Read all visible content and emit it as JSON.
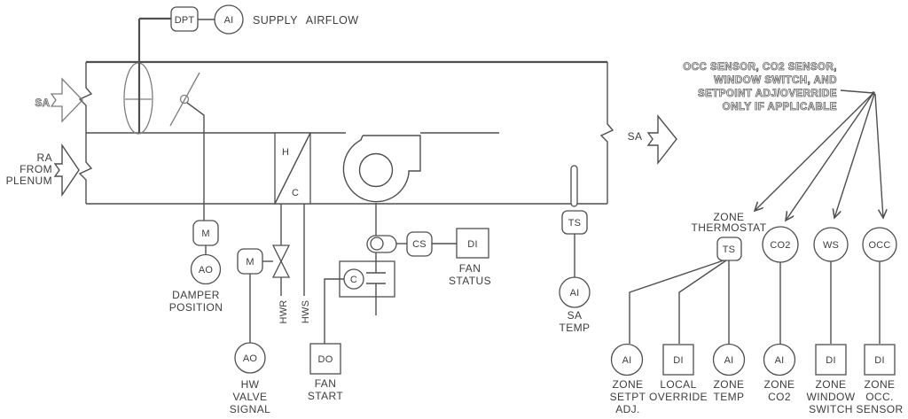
{
  "colors": {
    "line": "#4f4f4f",
    "text": "#3d3d3d",
    "background": "#ffffff",
    "sketch_gray": "#7d7d7d"
  },
  "supply_airflow": {
    "sensor": "DPT",
    "point": "AI",
    "label": "SUPPLY AIRFLOW"
  },
  "left_duct": {
    "sa": "SA",
    "ra": [
      "RA",
      "FROM",
      "PLENUM"
    ]
  },
  "right_duct": {
    "sa": "SA"
  },
  "coil": {
    "hot": "H",
    "cold": "C"
  },
  "pipes": {
    "hwr": "HWR",
    "hws": "HWS"
  },
  "damper": {
    "actuator": "M",
    "point": "AO",
    "label": [
      "DAMPER",
      "POSITION"
    ]
  },
  "hw_valve": {
    "actuator": "M",
    "point": "AO",
    "label": [
      "HW",
      "VALVE",
      "SIGNAL"
    ]
  },
  "fan_start": {
    "contactor": "C",
    "point": "DO",
    "label": [
      "FAN",
      "START"
    ]
  },
  "fan_status": {
    "sensor": "CS",
    "point": "DI",
    "label": [
      "FAN",
      "STATUS"
    ]
  },
  "sa_temp": {
    "sensor": "TS",
    "point": "AI",
    "label": [
      "SA",
      "TEMP"
    ]
  },
  "note": {
    "lines": [
      "OCC SENSOR, CO2 SENSOR,",
      "WINDOW SWITCH, AND",
      "SETPOINT ADJ/OVERRIDE",
      "ONLY IF APPLICABLE"
    ]
  },
  "zone": {
    "thermostat_label": [
      "ZONE",
      "THERMOSTAT"
    ],
    "thermostat": "TS",
    "co2": "CO2",
    "window_switch": "WS",
    "occupancy": "OCC",
    "points": [
      {
        "tag": "AI",
        "label": [
          "ZONE",
          "SETPT",
          "ADJ."
        ]
      },
      {
        "tag": "DI",
        "label": [
          "LOCAL",
          "OVERRIDE"
        ]
      },
      {
        "tag": "AI",
        "label": [
          "ZONE",
          "TEMP"
        ]
      },
      {
        "tag": "AI",
        "label": [
          "ZONE",
          "CO2"
        ]
      },
      {
        "tag": "DI",
        "label": [
          "ZONE",
          "WINDOW",
          "SWITCH"
        ]
      },
      {
        "tag": "DI",
        "label": [
          "ZONE",
          "OCC.",
          "SENSOR"
        ]
      }
    ]
  }
}
